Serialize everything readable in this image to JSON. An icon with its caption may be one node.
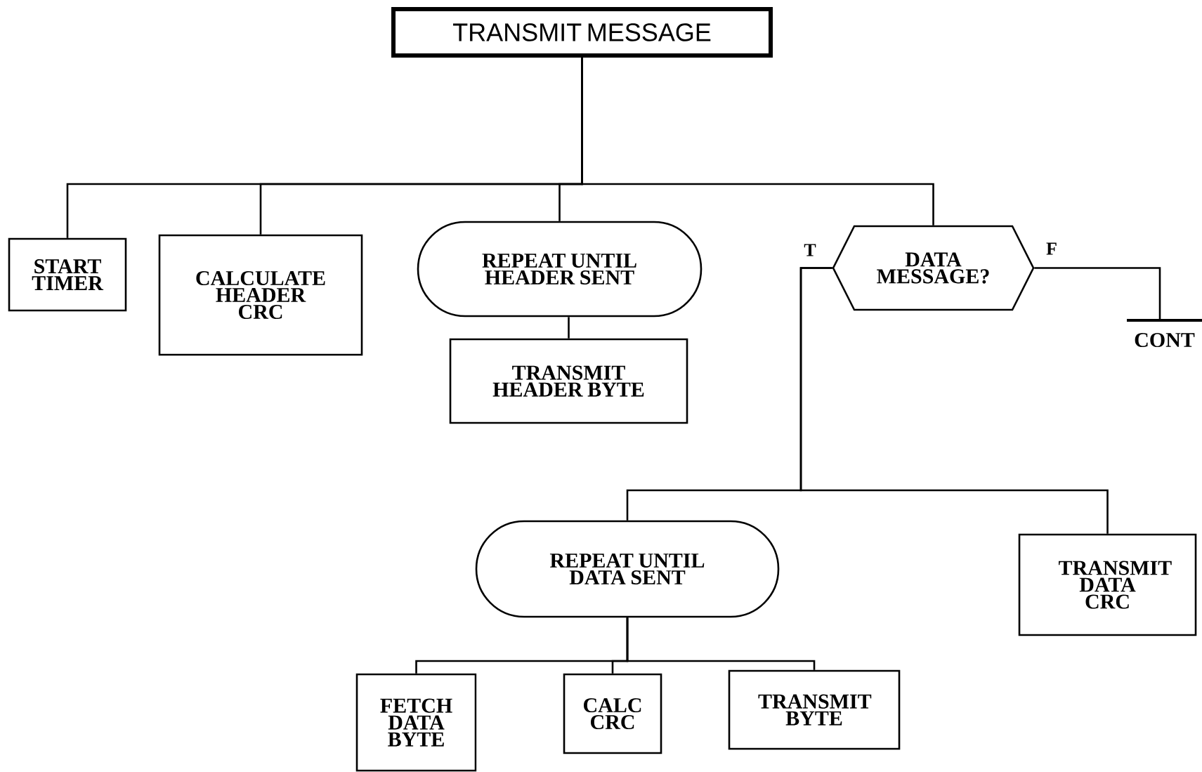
{
  "diagram": {
    "nodes": [
      {
        "text": [
          "TRANSMIT MESSAGE"
        ]
      },
      {
        "text": [
          "START TIMER"
        ]
      },
      {
        "text": [
          "CALCULATE HEADER CRC"
        ]
      },
      {
        "text": [
          "REPEAT UNTIL HEADER SENT"
        ]
      },
      {
        "text": [
          "TRANSMIT HEADER BYTE"
        ]
      },
      {
        "text": [
          "DATA MESSAGE?"
        ]
      },
      {
        "text": [
          "CONT"
        ]
      },
      {
        "text": [
          "REPEAT UNTIL DATA SENT"
        ]
      },
      {
        "text": [
          "TRANSMIT DATA CRC"
        ]
      },
      {
        "text": [
          "FETCH DATA BYTE"
        ]
      },
      {
        "text": [
          "CALC CRC"
        ]
      },
      {
        "text": [
          "TRANSMIT BYTE"
        ]
      }
    ],
    "edges": [
      {
        "from": 0,
        "to": 1,
        "arrow": "none"
      },
      {
        "from": 0,
        "to": 2,
        "arrow": "none"
      },
      {
        "from": 0,
        "to": 3,
        "arrow": "none"
      },
      {
        "from": 0,
        "to": 5,
        "arrow": "none"
      },
      {
        "from": 3,
        "to": 4,
        "arrow": "none"
      },
      {
        "from": 5,
        "to": 7,
        "arrow": "none",
        "label": "T"
      },
      {
        "from": 5,
        "to": 8,
        "arrow": "none"
      },
      {
        "from": 5,
        "to": 6,
        "arrow": "none",
        "label": "F"
      },
      {
        "from": 7,
        "to": 9,
        "arrow": "none"
      },
      {
        "from": 7,
        "to": 10,
        "arrow": "none"
      },
      {
        "from": 7,
        "to": 11,
        "arrow": "none"
      }
    ]
  }
}
